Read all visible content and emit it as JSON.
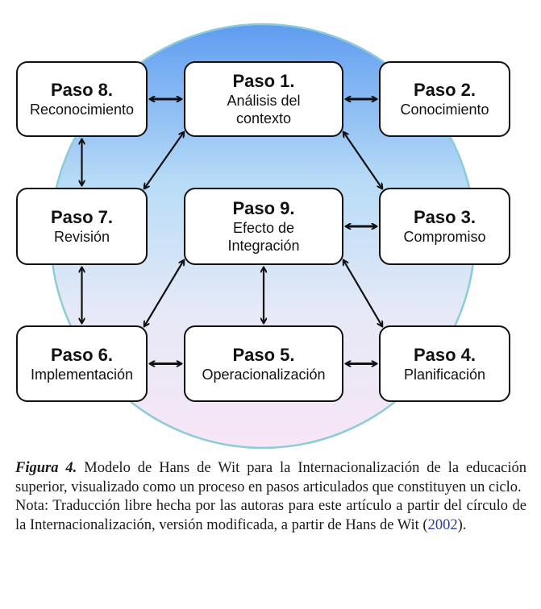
{
  "figure": {
    "circle_gradient": [
      "#5f9cf0",
      "#b9dcf7",
      "#e6e9f7",
      "#f7e6f6"
    ],
    "circle_edge_color": "#8ccbd8",
    "steps": [
      {
        "id": "paso-1",
        "title": "Paso 1.",
        "desc": "Análisis del\ncontexto"
      },
      {
        "id": "paso-2",
        "title": "Paso 2.",
        "desc": "Conocimiento"
      },
      {
        "id": "paso-3",
        "title": "Paso 3.",
        "desc": "Compromiso"
      },
      {
        "id": "paso-4",
        "title": "Paso 4.",
        "desc": "Planificación"
      },
      {
        "id": "paso-5",
        "title": "Paso 5.",
        "desc": "Operacionalización"
      },
      {
        "id": "paso-6",
        "title": "Paso 6.",
        "desc": "Implementación"
      },
      {
        "id": "paso-7",
        "title": "Paso 7.",
        "desc": "Revisión"
      },
      {
        "id": "paso-8",
        "title": "Paso 8.",
        "desc": "Reconocimiento"
      },
      {
        "id": "paso-9",
        "title": "Paso 9.",
        "desc": "Efecto de\nIntegración"
      }
    ],
    "connections": [
      [
        "paso-8",
        "paso-1"
      ],
      [
        "paso-1",
        "paso-2"
      ],
      [
        "paso-1",
        "paso-3"
      ],
      [
        "paso-1",
        "paso-7"
      ],
      [
        "paso-8",
        "paso-7"
      ],
      [
        "paso-9",
        "paso-3"
      ],
      [
        "paso-9",
        "paso-5"
      ],
      [
        "paso-9",
        "paso-6"
      ],
      [
        "paso-9",
        "paso-4"
      ],
      [
        "paso-7",
        "paso-6"
      ],
      [
        "paso-6",
        "paso-5"
      ],
      [
        "paso-5",
        "paso-4"
      ]
    ]
  },
  "caption": {
    "label": "Figura 4.",
    "text": " Modelo de Hans de Wit para la Internacionalización de la educación superior, visualizado como un proceso en pasos articulados que constituyen un ciclo.",
    "note_before": "Nota: Traducción libre hecha por las autoras para este artículo a partir del círculo de la Internacionalización, versión modificada, a partir de Hans de Wit (",
    "note_cite": "2002",
    "note_after": ")."
  }
}
